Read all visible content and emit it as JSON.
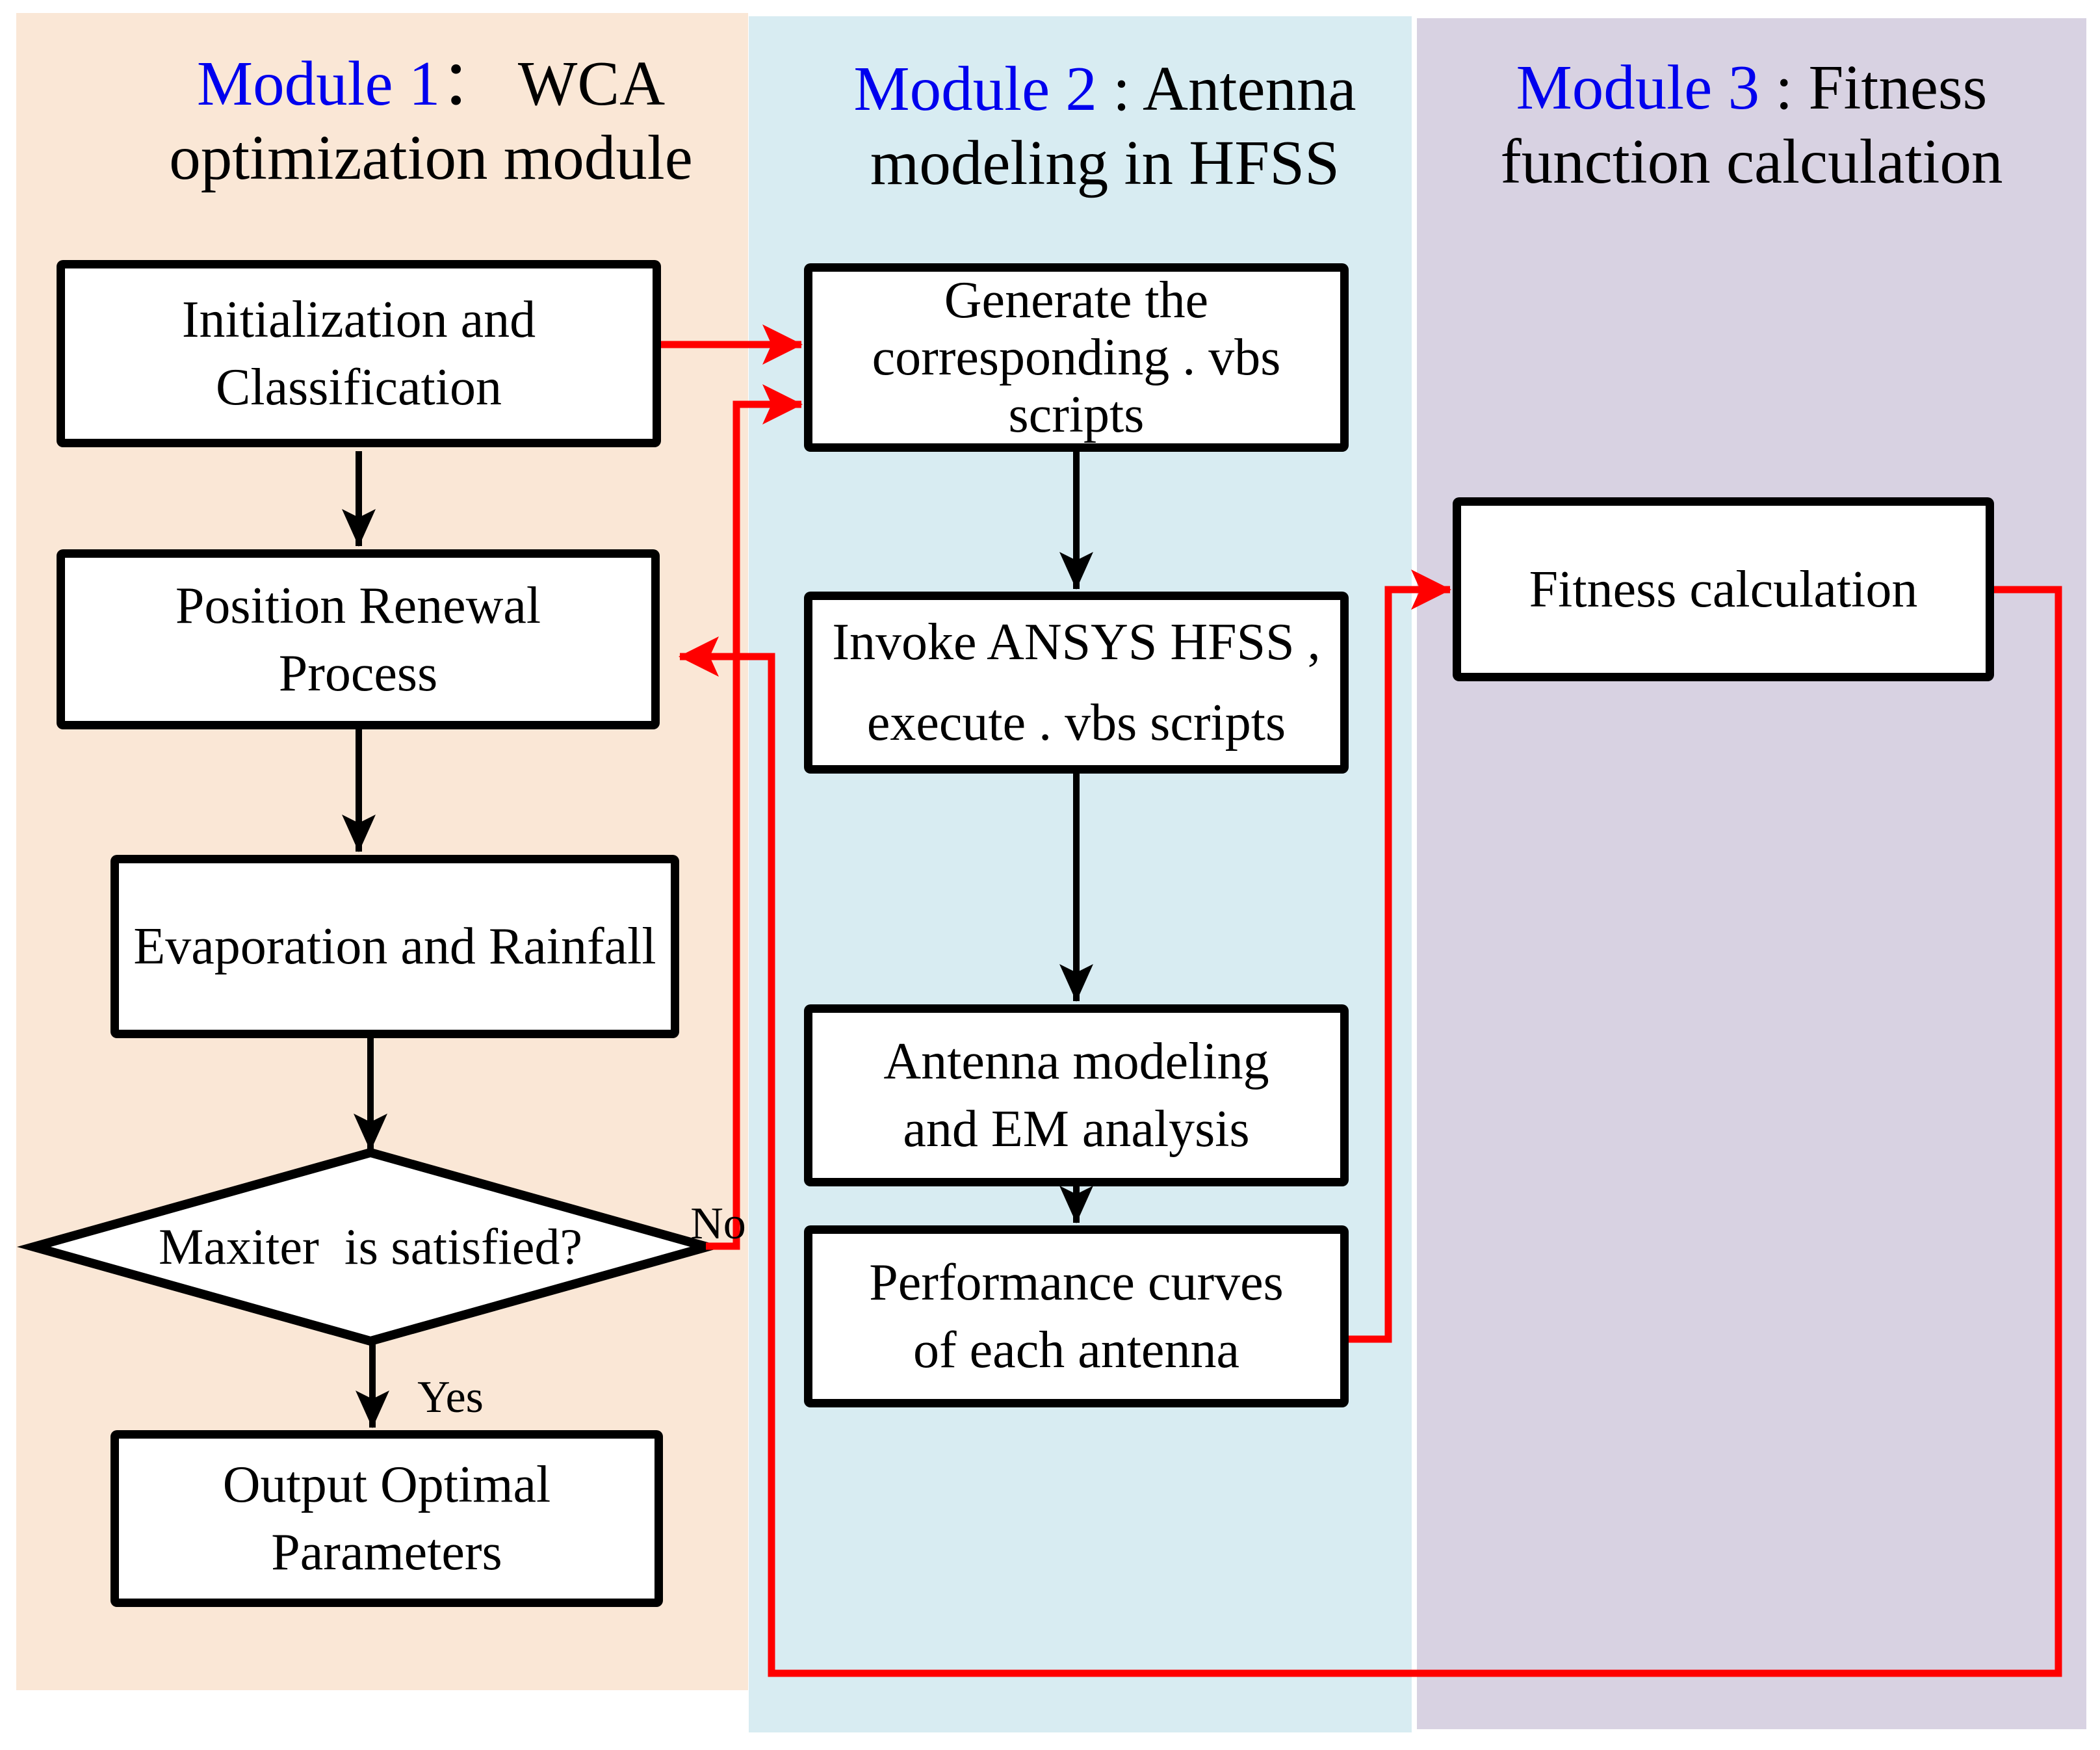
{
  "diagram": {
    "module1": {
      "title_highlight": "Module 1",
      "title_rest": "： WCA",
      "title_line2": "optimization module",
      "box_initialization": "Initialization and\nClassification",
      "box_position_renewal": "Position Renewal\nProcess",
      "box_evaporation": "Evaporation and Rainfall",
      "decision_maxiter": "Maxiter  is satisfied?",
      "label_no": "No",
      "label_yes": "Yes",
      "box_output": "Output Optimal\nParameters"
    },
    "module2": {
      "title_highlight": "Module 2",
      "title_rest": " : Antenna",
      "title_line2": "modeling in HFSS",
      "box_generate": "Generate the\ncorresponding . vbs\nscripts",
      "box_invoke": "Invoke ANSYS HFSS ,\nexecute . vbs scripts",
      "box_antenna": "Antenna modeling\nand EM analysis",
      "box_performance": "Performance curves\nof each antenna"
    },
    "module3": {
      "title_highlight": "Module 3",
      "title_rest": " : Fitness",
      "title_line2": "function calculation",
      "box_fitness": "Fitness calculation"
    },
    "colors": {
      "module1_panel": "#fae7d6",
      "module2_panel": "#d8ecf2",
      "module3_panel": "#d8d2e2",
      "flow_line": "#000000",
      "feedback_line": "#ff0000",
      "title_accent": "#0000ee",
      "box_border": "#000000",
      "box_fill": "#ffffff"
    }
  }
}
